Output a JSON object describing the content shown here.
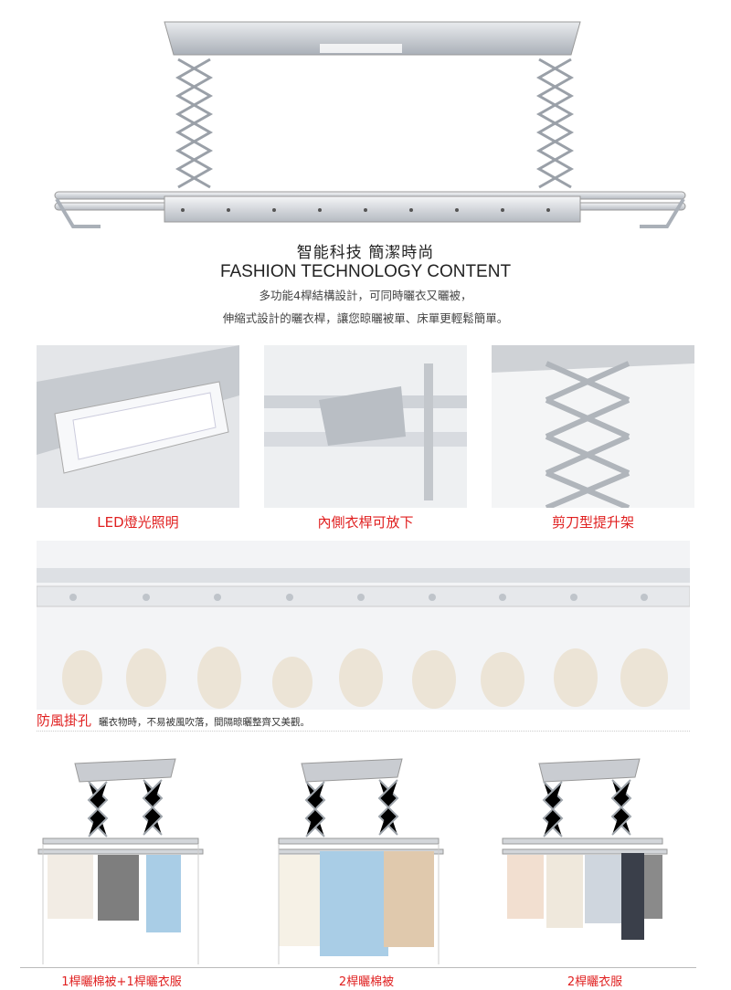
{
  "intro": {
    "title_zh": "智能科技 簡潔時尚",
    "title_en": "FASHION TECHNOLOGY CONTENT",
    "line1": "多功能4桿結構設計，可同時曬衣又曬被，",
    "line2": "伸縮式設計的曬衣桿，讓您晾曬被單、床單更輕鬆簡單。"
  },
  "features": [
    {
      "caption": "LED燈光照明"
    },
    {
      "caption": "內側衣桿可放下"
    },
    {
      "caption": "剪刀型提升架"
    }
  ],
  "wind": {
    "title": "防風掛孔",
    "desc": "曬衣物時，不易被風吹落，間隔晾曬整齊又美觀。"
  },
  "modes": [
    {
      "caption": "1桿曬棉被+1桿曬衣服"
    },
    {
      "caption": "2桿曬棉被"
    },
    {
      "caption": "2桿曬衣服"
    }
  ],
  "colors": {
    "accent": "#e02020",
    "metal": "#c9ccd1"
  }
}
